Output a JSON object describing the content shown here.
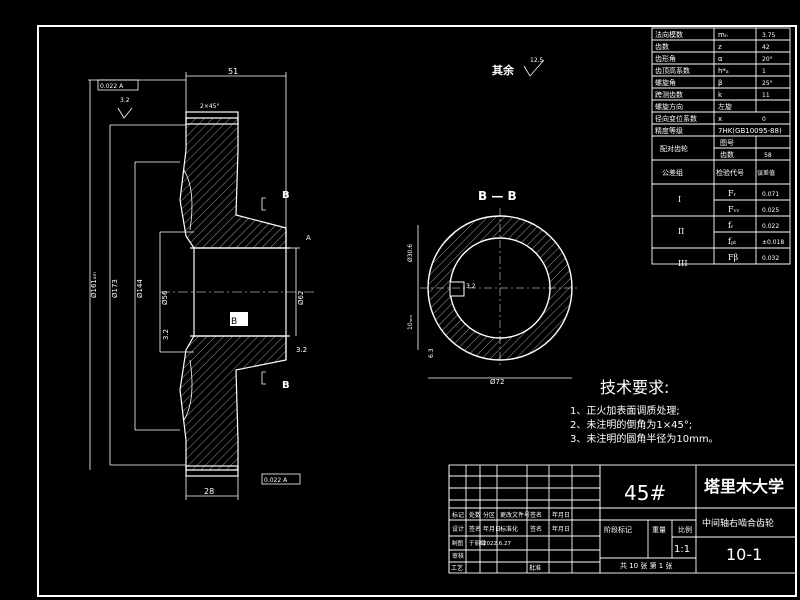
{
  "params": [
    {
      "name": "法向模数",
      "sym": "mₙ",
      "val": "3.75"
    },
    {
      "name": "齿数",
      "sym": "z",
      "val": "42"
    },
    {
      "name": "齿形角",
      "sym": "α",
      "val": "20°"
    },
    {
      "name": "齿顶高系数",
      "sym": "h*ₐ",
      "val": "1"
    },
    {
      "name": "螺旋角",
      "sym": "β",
      "val": "25°"
    },
    {
      "name": "跨测齿数",
      "sym": "k",
      "val": "11"
    },
    {
      "name": "螺旋方向",
      "sym": "左旋",
      "val": ""
    },
    {
      "name": "径向变位系数",
      "sym": "x",
      "val": "0"
    },
    {
      "name": "精度等级",
      "sym": "7HK(GB10095-88)",
      "val": ""
    }
  ],
  "mating_gear": {
    "label": "配对齿轮",
    "row1": "图号",
    "row2": "齿数",
    "row2_val": "58"
  },
  "tolerance_header": {
    "group": "公差组",
    "code": "检验代号",
    "value": "误差值"
  },
  "tolerance_rows": [
    {
      "group": "I",
      "code": "Fᵣ",
      "val": "0.071"
    },
    {
      "group": "",
      "code": "Fᵥᵥ",
      "val": "0.025"
    },
    {
      "group": "II",
      "code": "fᵣ",
      "val": "0.022"
    },
    {
      "group": "",
      "code": "fₚₜ",
      "val": "±0.018"
    },
    {
      "group": "III",
      "code": "Fβ",
      "val": "0.032"
    }
  ],
  "roughness_note": {
    "label": "其余",
    "value": "12.5"
  },
  "tech_requirements": {
    "title": "技术要求:",
    "items": [
      "1、正火加表面调质处理;",
      "2、未注明的倒角为1×45°;",
      "3、未注明的圆角半径为10mm。"
    ]
  },
  "section_label": "B — B",
  "dims": {
    "top_width": "51",
    "bottom_width": "28",
    "chamfer": "2×45°",
    "roughness_top": "3.2",
    "tol_top": "0.022 A",
    "tol_bottom": "0.022 A",
    "d_outer": "Ø161ₐₘ",
    "d_pitch": "Ø173",
    "d_web": "Ø144",
    "d_bore": "Ø56",
    "d_hub": "Ø62",
    "rough_bore": "3.2",
    "rough_hub": "3.2",
    "keyway_w": "10ₘₘ",
    "keyway_h": "3.2",
    "rough_key": "6.3",
    "bore_section": "Ø72",
    "side_dim": "Ø30.6",
    "datum": "A",
    "section_mark": "B",
    "cut_mark": "B"
  },
  "title_block": {
    "material": "45#",
    "school": "塔里木大学",
    "part_name": "中间轴右啮合齿轮",
    "scale_label": "比例",
    "scale": "1:1",
    "drawing_no": "10-1",
    "stage_label": "阶段标记",
    "weight_label": "重量",
    "sheet_info": "共 10 张  第 1 张",
    "header_cells": [
      "标记",
      "处数",
      "分区",
      "更改文件号",
      "签名",
      "年月日"
    ],
    "row_design": [
      "设计",
      "签名",
      "年月日",
      "标准化",
      "签名",
      "年月日"
    ],
    "row_draw": [
      "制图",
      "于丽娟",
      "2022.6.27"
    ],
    "row_check": [
      "审核"
    ],
    "row_process": [
      "工艺",
      "批准"
    ]
  }
}
